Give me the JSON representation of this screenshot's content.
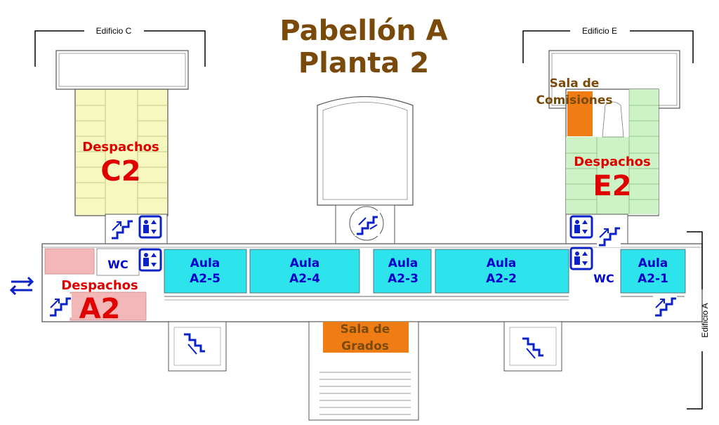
{
  "title": {
    "line1": "Pabellón A",
    "line2": "Planta 2"
  },
  "buildings": {
    "c": "Edificio C",
    "e": "Edificio E",
    "a": "Edificio A"
  },
  "rooms": {
    "despachos_c2": {
      "label": "Despachos",
      "code": "C2"
    },
    "despachos_e2": {
      "label": "Despachos",
      "code": "E2"
    },
    "despachos_a2": {
      "label": "Despachos",
      "code": "A2"
    },
    "sala_comisiones": {
      "line1": "Sala de",
      "line2": "Comisiones"
    },
    "sala_grados": {
      "line1": "Sala de",
      "line2": "Grados"
    },
    "aula_a2_5": {
      "line1": "Aula",
      "line2": "A2-5"
    },
    "aula_a2_4": {
      "line1": "Aula",
      "line2": "A2-4"
    },
    "aula_a2_3": {
      "line1": "Aula",
      "line2": "A2-3"
    },
    "aula_a2_2": {
      "line1": "Aula",
      "line2": "A2-2"
    },
    "aula_a2_1": {
      "line1": "Aula",
      "line2": "A2-1"
    },
    "wc_left": "WC",
    "wc_right": "WC"
  },
  "colors": {
    "title": "#7a4a0a",
    "despachos_text": "#e00000",
    "aula_text": "#0000cc",
    "aula_fill": "#2ee4ec",
    "c2_fill": "#f7f7c0",
    "e2_fill": "#cdf2c6",
    "a2_fill": "#f4b7b7",
    "sala_fill": "#f07d14",
    "icon_blue": "#0a22c8",
    "wall": "#555555"
  },
  "icons": [
    "stairs-icon",
    "elevator-icon",
    "spiral-stairs-icon",
    "entrance-exit-icon"
  ]
}
